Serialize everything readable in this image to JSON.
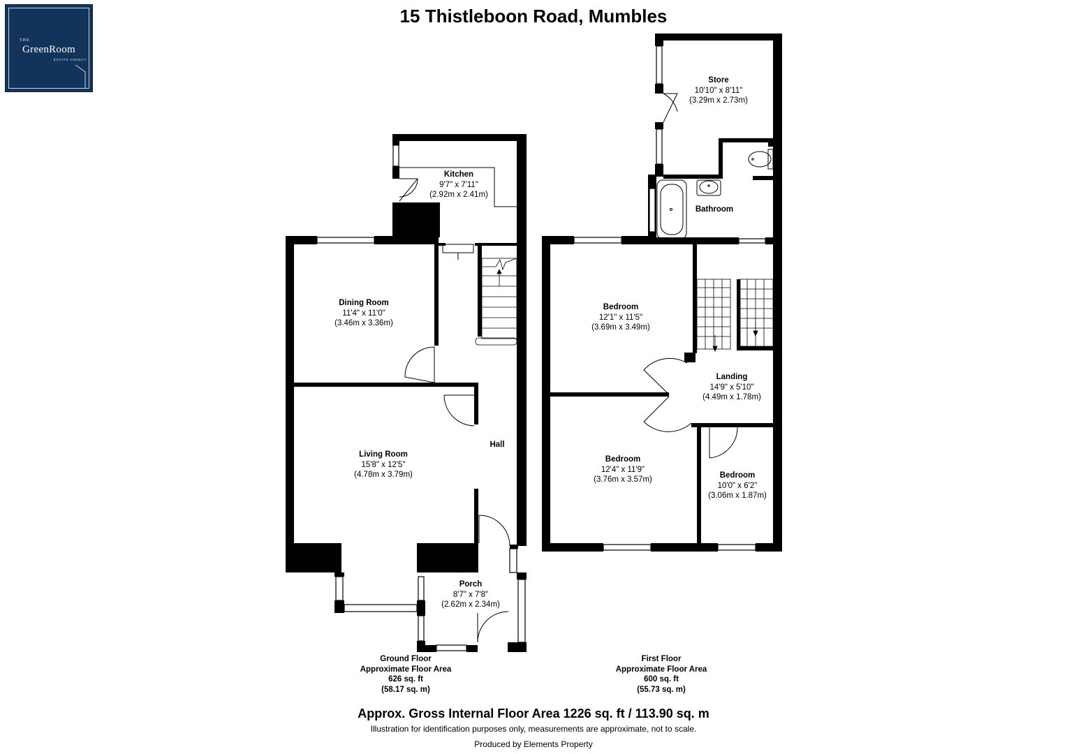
{
  "title": "15 Thistleboon Road, Mumbles",
  "logo": {
    "the": "THE",
    "name": "GreenRoom",
    "sub": "ESTATE AGENCY"
  },
  "rooms": {
    "kitchen": {
      "name": "Kitchen",
      "imperial": "9'7\" x 7'11\"",
      "metric": "(2.92m x 2.41m)"
    },
    "dining_room": {
      "name": "Dining Room",
      "imperial": "11'4\" x 11'0\"",
      "metric": "(3.46m x 3.36m)"
    },
    "living_room": {
      "name": "Living Room",
      "imperial": "15'8\" x 12'5\"",
      "metric": "(4.78m x 3.79m)"
    },
    "hall": {
      "name": "Hall"
    },
    "porch": {
      "name": "Porch",
      "imperial": "8'7\" x 7'8\"",
      "metric": "(2.62m x 2.34m)"
    },
    "store": {
      "name": "Store",
      "imperial": "10'10\" x 8'11\"",
      "metric": "(3.29m x 2.73m)"
    },
    "bathroom": {
      "name": "Bathroom"
    },
    "bedroom1": {
      "name": "Bedroom",
      "imperial": "12'1\" x 11'5\"",
      "metric": "(3.69m x 3.49m)"
    },
    "landing": {
      "name": "Landing",
      "imperial": "14'9\" x 5'10\"",
      "metric": "(4.49m x 1.78m)"
    },
    "bedroom2": {
      "name": "Bedroom",
      "imperial": "12'4\" x 11'9\"",
      "metric": "(3.76m x 3.57m)"
    },
    "bedroom3": {
      "name": "Bedroom",
      "imperial": "10'0\" x 6'2\"",
      "metric": "(3.06m x 1.87m)"
    }
  },
  "floors": {
    "ground": {
      "name": "Ground Floor",
      "label": "Approximate Floor Area",
      "sqft": "626 sq. ft",
      "sqm": "(58.17 sq. m)"
    },
    "first": {
      "name": "First Floor",
      "label": "Approximate Floor Area",
      "sqft": "600 sq. ft",
      "sqm": "(55.73 sq. m)"
    }
  },
  "footer": {
    "gross": "Approx. Gross Internal Floor Area 1226 sq. ft / 113.90 sq. m",
    "disclaimer": "Illustration for identification purposes only, measurements are approximate, not to scale.",
    "producer": "Produced by Elements Property"
  },
  "colors": {
    "wall": "#000000",
    "logo_bg": "#13345a"
  }
}
